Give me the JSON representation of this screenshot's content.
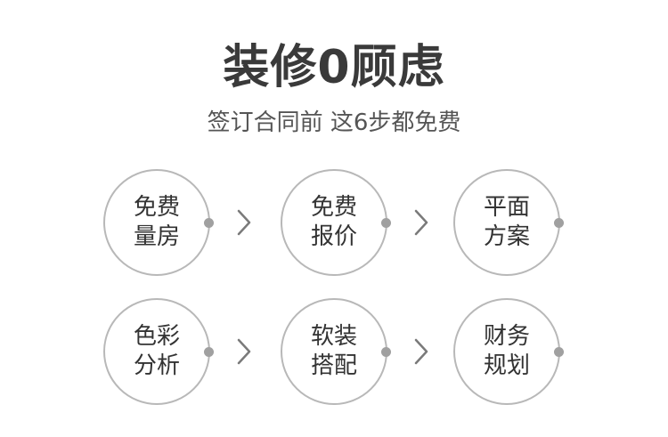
{
  "header": {
    "title": "装修0顾虑",
    "subtitle": "签订合同前  这6步都免费"
  },
  "steps": [
    {
      "label": "免费\n量房"
    },
    {
      "label": "免费\n报价"
    },
    {
      "label": "平面\n方案"
    },
    {
      "label": "色彩\n分析"
    },
    {
      "label": "软装\n搭配"
    },
    {
      "label": "财务\n规划"
    }
  ],
  "colors": {
    "circle_border": "#b8b8b8",
    "dot": "#a0a0a0",
    "chevron": "#7a7a7a"
  }
}
